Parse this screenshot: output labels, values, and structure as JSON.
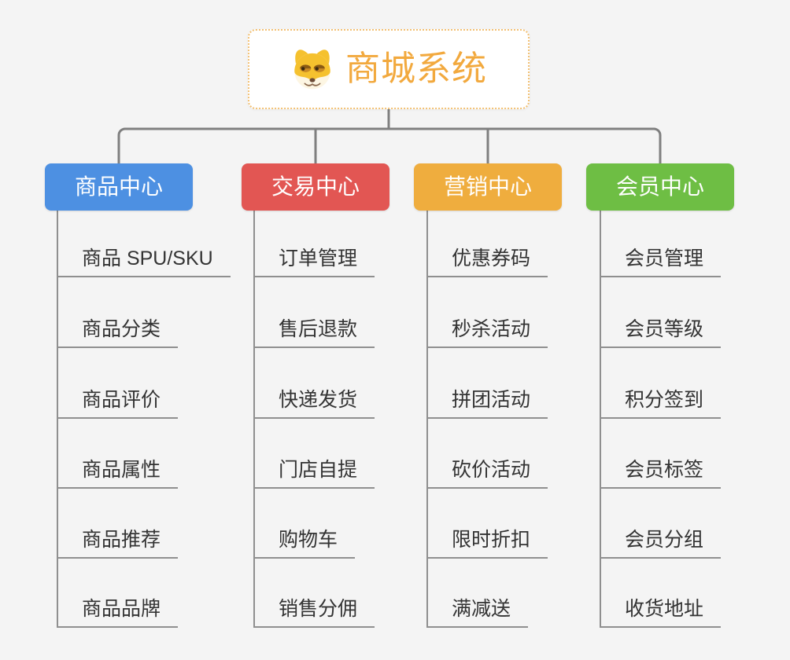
{
  "page": {
    "background": "#f4f4f4",
    "connector_color": "#7f7f7f",
    "trunk_color": "#8f8f8f",
    "leaf_text_color": "#333333"
  },
  "root": {
    "title": "商城系统",
    "icon": "doge-face-icon",
    "text_color": "#f2a93e",
    "border_color": "#f2c073"
  },
  "branches": [
    {
      "label": "商品中心",
      "color": "#4d90e2",
      "children": [
        "商品 SPU/SKU",
        "商品分类",
        "商品评价",
        "商品属性",
        "商品推荐",
        "商品品牌"
      ]
    },
    {
      "label": "交易中心",
      "color": "#e25653",
      "children": [
        "订单管理",
        "售后退款",
        "快递发货",
        "门店自提",
        "购物车",
        "销售分佣"
      ]
    },
    {
      "label": "营销中心",
      "color": "#efad3e",
      "children": [
        "优惠券码",
        "秒杀活动",
        "拼团活动",
        "砍价活动",
        "限时折扣",
        "满减送"
      ]
    },
    {
      "label": "会员中心",
      "color": "#6ebe44",
      "children": [
        "会员管理",
        "会员等级",
        "积分签到",
        "会员标签",
        "会员分组",
        "收货地址"
      ]
    }
  ]
}
